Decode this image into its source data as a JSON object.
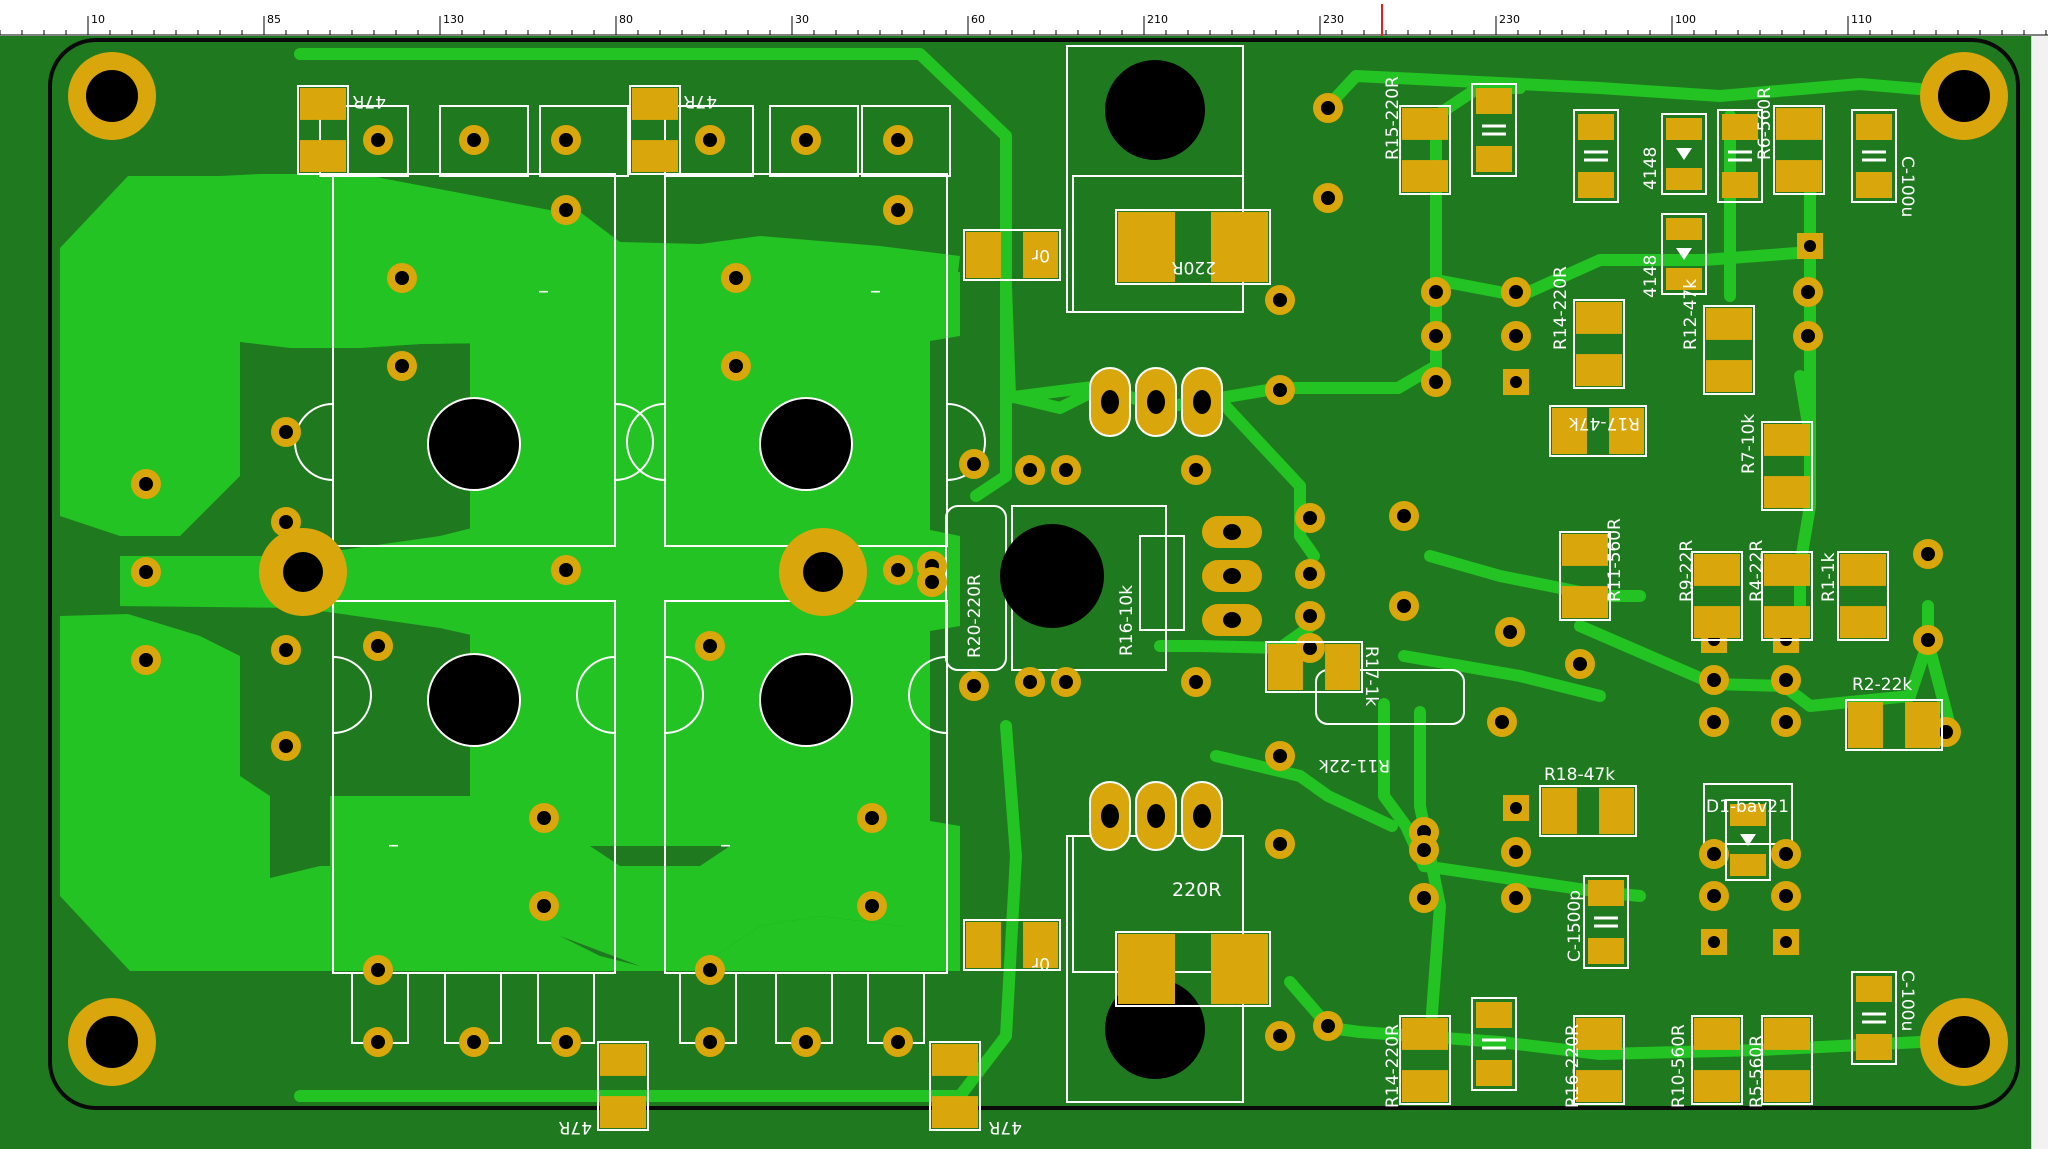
{
  "ruler": {
    "ticks": [
      "10",
      "85",
      "130",
      "80",
      "30",
      "60",
      "210",
      "230",
      "230",
      "100",
      "110"
    ]
  },
  "board": {
    "colors": {
      "background": "#1f7a1f",
      "copper": "#22c322",
      "pad": "#d9a60c",
      "drill": "#000000",
      "silkscreen": "#ffffff",
      "outline": "#0a0a0a"
    }
  },
  "labels": {
    "r_47r": "47R",
    "r_0r": "0r",
    "r_220r": "220R",
    "r15": "R15-220R",
    "r14_top": "R14-220R",
    "r14_bottom": "R14-220R",
    "r16_bottom": "R16-220R",
    "r6": "R6-560R",
    "r12": "R12-47k",
    "r17_top": "R17-47k",
    "r7": "R7-10k",
    "r11_560": "R11-560R",
    "r9": "R9-22R",
    "r4": "R4-22R",
    "r1": "R1-1k",
    "r2": "R2-22k",
    "r20": "R20-220R",
    "r16_10k": "R16-10k",
    "r17_1k": "R17-1k",
    "r11_22k": "R11-22k",
    "r18": "R18-47k",
    "d1": "D1-bav21",
    "c1500": "C-1500p",
    "c100u_top": "C-100u",
    "c100u_bottom": "C-100u",
    "d4148_a": "4148",
    "d4148_b": "4148",
    "r10": "R10-560R",
    "r5": "R5-560R",
    "dash": "–"
  }
}
